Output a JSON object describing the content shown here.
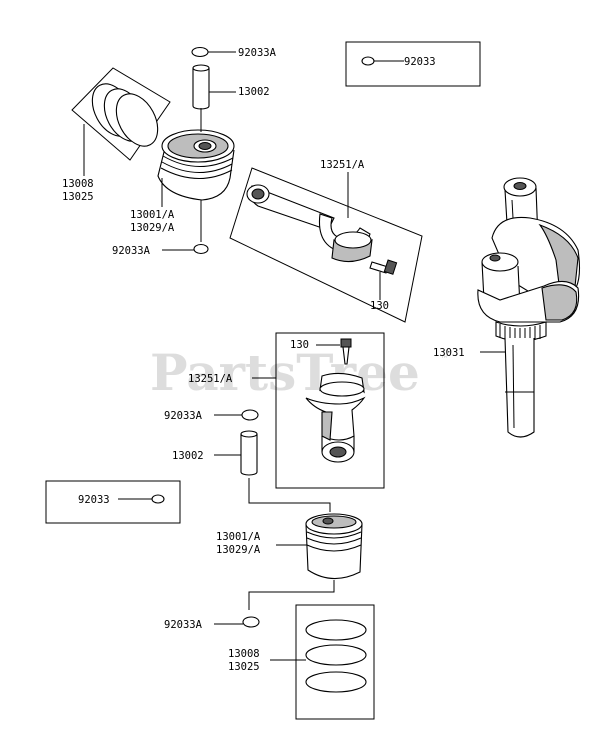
{
  "watermark": {
    "text": "PartsTree",
    "trademark": "™"
  },
  "labels": {
    "top_clip_a": "92033A",
    "top_pin": "13002",
    "top_ring_a": "13008",
    "top_ring_b": "13025",
    "top_piston_a": "13001/A",
    "top_piston_b": "13029/A",
    "top_clip_a2": "92033A",
    "top_rod": "13251/A",
    "top_bolt": "130",
    "box_clip_top": "92033",
    "box_clip_left": "92033",
    "crankshaft": "13031",
    "bot_bolt": "130",
    "bot_rod": "13251/A",
    "bot_clip_a": "92033A",
    "bot_pin": "13002",
    "bot_piston_a": "13001/A",
    "bot_piston_b": "13029/A",
    "bot_clip_a2": "92033A",
    "bot_ring_a": "13008",
    "bot_ring_b": "13025"
  }
}
